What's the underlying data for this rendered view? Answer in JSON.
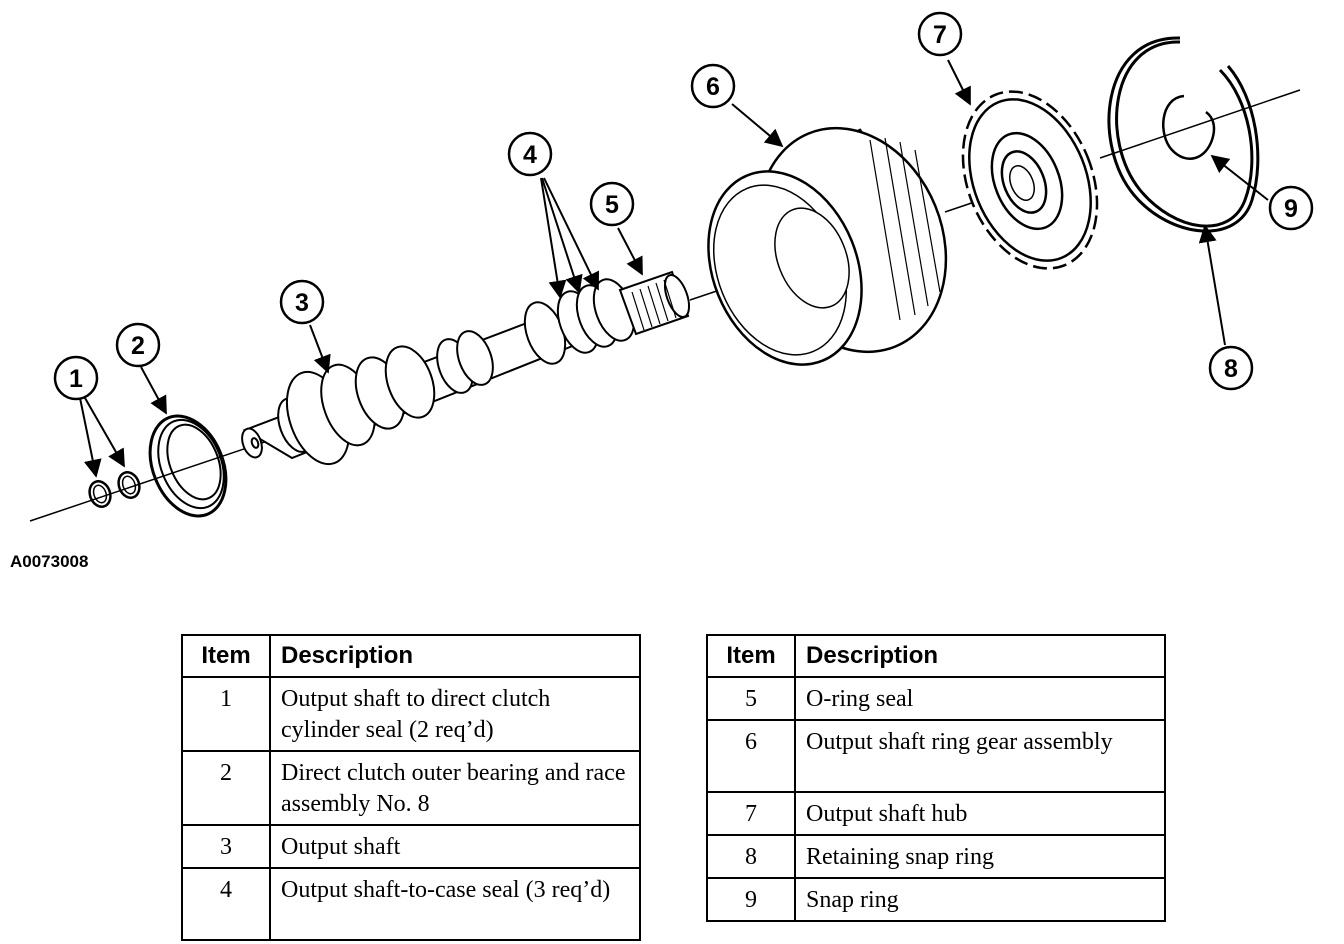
{
  "figure_id": "A0073008",
  "callouts": [
    "1",
    "2",
    "3",
    "4",
    "5",
    "6",
    "7",
    "8",
    "9"
  ],
  "table_left": {
    "headers": {
      "item": "Item",
      "description": "Description"
    },
    "rows": [
      {
        "item": "1",
        "description": "Output shaft to direct clutch cylinder seal (2 req’d)"
      },
      {
        "item": "2",
        "description": "Direct clutch outer bearing and race assembly No. 8"
      },
      {
        "item": "3",
        "description": "Output shaft"
      },
      {
        "item": "4",
        "description": "Output shaft-to-case seal (3 req’d)"
      }
    ]
  },
  "table_right": {
    "headers": {
      "item": "Item",
      "description": "Description"
    },
    "rows": [
      {
        "item": "5",
        "description": "O-ring seal"
      },
      {
        "item": "6",
        "description": "Output shaft ring gear assembly"
      },
      {
        "item": "7",
        "description": "Output shaft hub"
      },
      {
        "item": "8",
        "description": "Retaining snap ring"
      },
      {
        "item": "9",
        "description": "Snap ring"
      }
    ]
  }
}
